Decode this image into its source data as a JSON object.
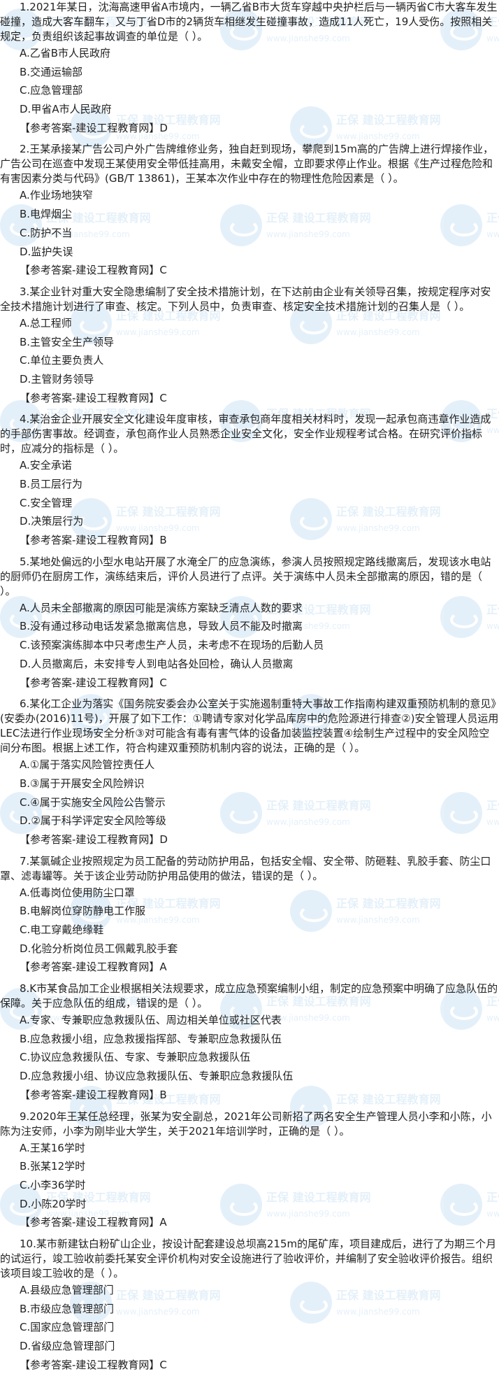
{
  "watermark": {
    "brand": "正保",
    "site_name": "建设工程教育网",
    "url": "www.jianshe99.com"
  },
  "answer_prefix": "【参考答案-建设工程教育网】",
  "questions": [
    {
      "text": "1.2021年某日，沈海高速甲省A市境内，一辆乙省B市大货车穿越中央护栏后与一辆丙省C市大客车发生碰撞，造成大客车翻车，又与丁省D市的2辆货车相继发生碰撞事故，造成11人死亡，19人受伤。按照相关规定，负责组织该起事故调查的单位是（ ）。",
      "options": [
        "A.乙省B市人民政府",
        "B.交通运输部",
        "C.应急管理部",
        "D.甲省A市人民政府"
      ],
      "answer": "【参考答案-建设工程教育网】D"
    },
    {
      "text": "2.王某承接某广告公司户外广告牌维修业务，独自赶到现场，攀爬到15m高的广告牌上进行焊接作业，广告公司在巡查中发现王某使用安全带低挂高用，未戴安全帽，立即要求停止作业。根据《生产过程危险和有害因素分类与代码》(GB/T 13861)，王某本次作业中存在的物理性危险因素是（ ）。",
      "options": [
        "A.作业场地狭窄",
        "B.电焊烟尘",
        "C.防护不当",
        "D.监护失误"
      ],
      "answer": "【参考答案-建设工程教育网】C"
    },
    {
      "text": "3.某企业针对重大安全隐患编制了安全技术措施计划，在下达前由企业有关领导召集，按规定程序对安全技术措施计划进行了审查、核定。下列人员中，负责审查、核定安全技术措施计划的召集人是（ ）。",
      "options": [
        "A.总工程师",
        "B.主管安全生产领导",
        "C.单位主要负责人",
        "D.主管财务领导"
      ],
      "answer": "【参考答案-建设工程教育网】C"
    },
    {
      "text": "4.某治金企业开展安全文化建设年度审核，审查承包商年度相关材料时，发现一起承包商违章作业造成的手部伤害事故。经调查，承包商作业人员熟悉企业安全文化，安全作业规程考试合格。在研究评价指标时，应减分的指标是（ ）。",
      "options": [
        "A.安全承诺",
        "B.员工层行为",
        "C.安全管理",
        "D.决策层行为"
      ],
      "answer": "【参考答案-建设工程教育网】B"
    },
    {
      "text": "5.某地处偏远的小型水电站开展了水淹全厂的应急演练，参演人员按照规定路线撤离后，发现该水电站的厨师仍在厨房工作，演练结束后，评价人员进行了点评。关于演练中人员未全部撤离的原因，错的是（ ）。",
      "options": [
        "A.人员未全部撤离的原因可能是演练方案缺乏清点人数的要求",
        "B.没有通过移动电话发紧急撤离信息，导致人员不能及时撤离",
        "C.该预案演练脚本中只考虑生产人员，未考虑不在现场的后勤人员",
        "D.人员撤离后，未安排专人到电站各处回检，确认人员撤离"
      ],
      "answer": "【参考答案-建设工程教育网】C"
    },
    {
      "text": "6.某化工企业为落实《国务院安委会办公室关于实施遏制重特大事故工作指南构建双重预防机制的意见》(安委办(2016)11号)，开展了如下工作：①聘请专家对化学品库房中的危险源进行排查②)安全管理人员运用LEC法进行作业现场安全分析③对可能含有毒有害气体的设备加装监控装置④绘制生产过程中的安全风险空间分布图。根据上述工作，符合构建双重预防机制内容的说法，正确的是（ ）。",
      "options": [
        "A.①属于落实风险管控责任人",
        "B.③属于开展安全风险辨识",
        "C.④属于实施安全风险公告警示",
        "D.②属于科学评定安全风险等级"
      ],
      "answer": "【参考答案-建设工程教育网】D"
    },
    {
      "text": "7.某氯碱企业按照规定为员工配备的劳动防护用品，包括安全帽、安全带、防砸鞋、乳胶手套、防尘口罩、滤毒罐等。关于该企业劳动防护用品使用的做法，错误的是（ ）。",
      "options": [
        "A.低毒岗位使用防尘口罩",
        "B.电解岗位穿防静电工作服",
        "C.电工穿戴绝缘鞋",
        "D.化验分析岗位员工佩戴乳胶手套"
      ],
      "answer": "【参考答案-建设工程教育网】A"
    },
    {
      "text": "8.K市某食品加工企业根据相关法规要求，成立应急预案编制小组，制定的应急预案中明确了应急队伍的保障。关于应急队伍的组成，错误的是（ ）。",
      "options": [
        "A.专家、专兼职应急救援队伍、周边相关单位或社区代表",
        "B.应急救援小组，应急救援指挥部、专兼职应急救援队伍",
        "C.协议应急救援队伍、专家、专兼职应急救援队伍",
        "D.应急救援小组、协议应急救援队伍、专兼职应急救援队伍"
      ],
      "answer": "【参考答案-建设工程教育网】B"
    },
    {
      "text": "9.2020年王某任总经理，张某为安全副总，2021年公司新招了两名安全生产管理人员小李和小陈，小陈为注安师，小李为刚毕业大学生，关于2021年培训学时，正确的是（ ）。",
      "options": [
        "A.王某16学时",
        "B.张某12学时",
        "C.小李36学时",
        "D.小陈20学时"
      ],
      "answer": "【参考答案-建设工程教育网】A"
    },
    {
      "text": "10.某市新建钛白粉矿山企业，按设计配套建设总坝高215m的尾矿库，项目建成后，进行了为期三个月的试运行，竣工验收前委托某安全评价机构对安全设施进行了验收评价，并编制了安全验收评价报告。组织该项目竣工验收的是（ ）。",
      "options": [
        "A.县级应急管理部门",
        "B.市级应急管理部门",
        "C.国家应急管理部门",
        "D.省级应急管理部门"
      ],
      "answer": "【参考答案-建设工程教育网】C"
    }
  ]
}
